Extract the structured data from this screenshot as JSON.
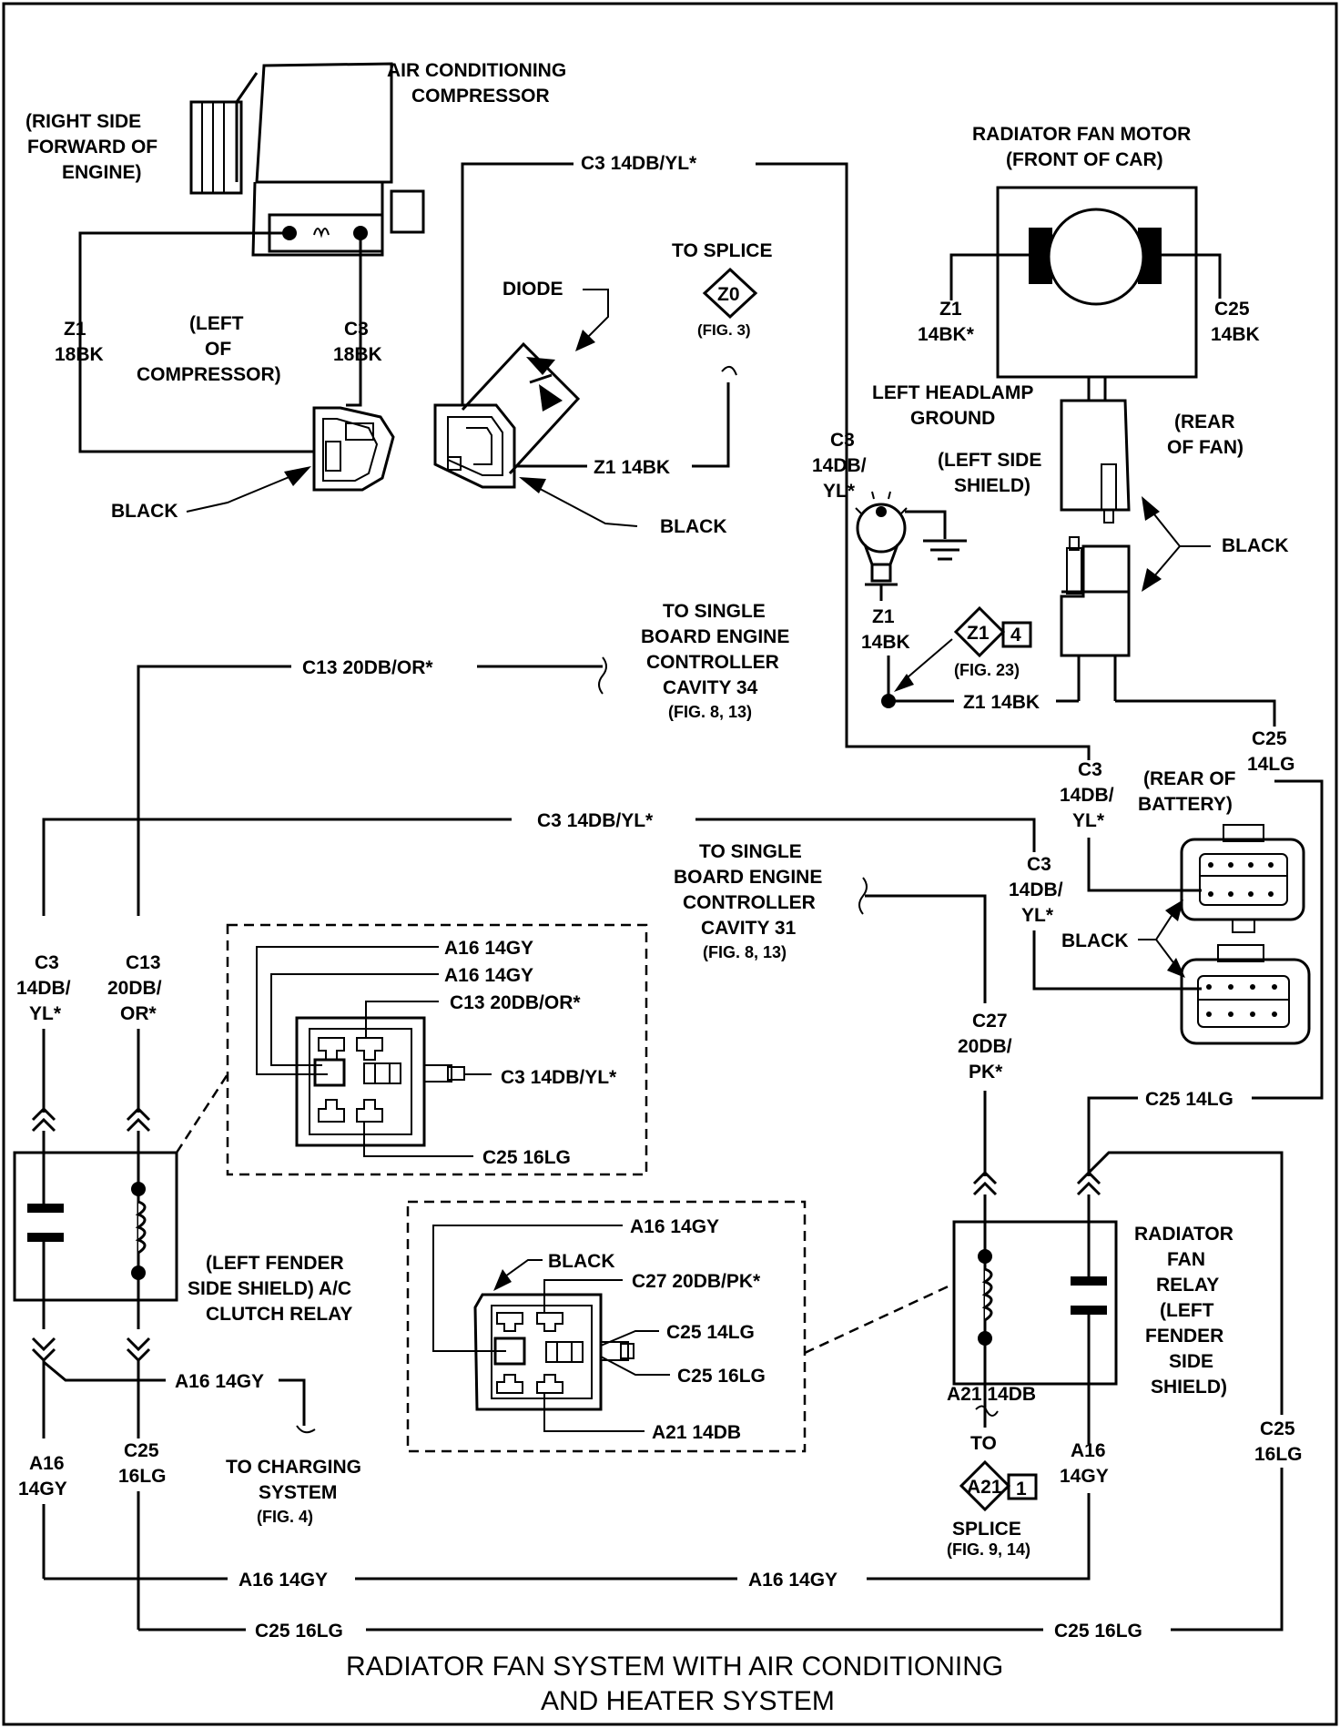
{
  "title": {
    "line1": "RADIATOR FAN SYSTEM WITH AIR CONDITIONING",
    "line2": "AND HEATER SYSTEM"
  },
  "compressor": {
    "name_line1": "AIR CONDITIONING",
    "name_line2": "COMPRESSOR",
    "location_line1": "(RIGHT SIDE",
    "location_line2": "FORWARD OF",
    "location_line3": "ENGINE)",
    "wire_left_a": "Z1",
    "wire_left_b": "18BK",
    "wire_right_a": "C3",
    "wire_right_b": "18BK",
    "connector_loc_line1": "(LEFT",
    "connector_loc_line2": "OF",
    "connector_loc_line3": "COMPRESSOR)",
    "connector_color": "BLACK"
  },
  "diode": {
    "label": "DIODE",
    "wire_top": "C3 14DB/YL*",
    "wire_ground": "Z1 14BK",
    "connector_color": "BLACK",
    "splice_text_top": "TO SPLICE",
    "splice_id": "Z0",
    "splice_fig": "(FIG. 3)"
  },
  "fan_motor": {
    "name_line1": "RADIATOR FAN MOTOR",
    "name_line2": "(FRONT OF CAR)",
    "wire_left_a": "Z1",
    "wire_left_b": "14BK*",
    "wire_right_a": "C25",
    "wire_right_b": "14BK",
    "ground_line1": "LEFT HEADLAMP",
    "ground_line2": "GROUND",
    "ground_line3": "(LEFT SIDE",
    "ground_line4": "SHIELD)",
    "rear_line1": "(REAR",
    "rear_line2": "OF FAN)",
    "connector_color": "BLACK",
    "c3_vertical_a": "C3",
    "c3_vertical_b": "14DB/",
    "c3_vertical_c": "YL*",
    "z1_vertical_a": "Z1",
    "z1_vertical_b": "14BK",
    "splice_id": "Z1",
    "splice_num": "4",
    "splice_fig": "(FIG. 23)",
    "z1_horizontal": "Z1 14BK",
    "c25_vertical_a": "C25",
    "c25_vertical_b": "14LG"
  },
  "sbec_34": {
    "wire": "C13 20DB/OR*",
    "line1": "TO SINGLE",
    "line2": "BOARD ENGINE",
    "line3": "CONTROLLER",
    "line4": "CAVITY 34",
    "fig": "(FIG. 8, 13)"
  },
  "sbec_31": {
    "line1": "TO SINGLE",
    "line2": "BOARD ENGINE",
    "line3": "CONTROLLER",
    "line4": "CAVITY 31",
    "fig": "(FIG. 8, 13)",
    "wire_a": "C27",
    "wire_b": "20DB/",
    "wire_c": "PK*"
  },
  "battery": {
    "wire_horizontal": "C3 14DB/YL*",
    "rear_line1": "(REAR OF",
    "rear_line2": "BATTERY)",
    "c3a_1": "C3",
    "c3a_2": "14DB/",
    "c3a_3": "YL*",
    "c3b_1": "C3",
    "c3b_2": "14DB/",
    "c3b_3": "YL*",
    "connector_color": "BLACK"
  },
  "ac_relay": {
    "c3_1": "C3",
    "c3_2": "14DB/",
    "c3_3": "YL*",
    "c13_1": "C13",
    "c13_2": "20DB/",
    "c13_3": "OR*",
    "name_line1": "(LEFT FENDER",
    "name_line2": "SIDE SHIELD) A/C",
    "name_line3": "CLUTCH RELAY",
    "wire_a16": "A16 14GY",
    "charging_line1": "TO CHARGING",
    "charging_line2": "SYSTEM",
    "charging_fig": "(FIG. 4)",
    "a16_1": "A16",
    "a16_2": "14GY",
    "c25_1": "C25",
    "c25_2": "16LG"
  },
  "ac_relay_detail": {
    "pin1": "A16 14GY",
    "pin2": "A16 14GY",
    "pin3": "C13 20DB/OR*",
    "pin4": "C3 14DB/YL*",
    "pin5": "C25 16LG"
  },
  "fan_relay_detail": {
    "pin1": "A16 14GY",
    "color": "BLACK",
    "pin2": "C27 20DB/PK*",
    "pin3": "C25 14LG",
    "pin4": "C25 16LG",
    "pin5": "A21 14DB"
  },
  "fan_relay": {
    "wire_top": "C25 14LG",
    "name_line1": "RADIATOR",
    "name_line2": "FAN",
    "name_line3": "RELAY",
    "name_line4": "(LEFT",
    "name_line5": "FENDER",
    "name_line6": "SIDE",
    "name_line7": "SHIELD)",
    "a21": "A21 14DB",
    "to": "TO",
    "splice_id": "A21",
    "splice_num": "1",
    "splice": "SPLICE",
    "splice_fig": "(FIG. 9, 14)",
    "a16_1": "A16",
    "a16_2": "14GY",
    "c25_1": "C25",
    "c25_2": "16LG"
  },
  "bottom": {
    "a16_left": "A16 14GY",
    "a16_right": "A16 14GY",
    "c25_left": "C25 16LG",
    "c25_right": "C25 16LG"
  }
}
